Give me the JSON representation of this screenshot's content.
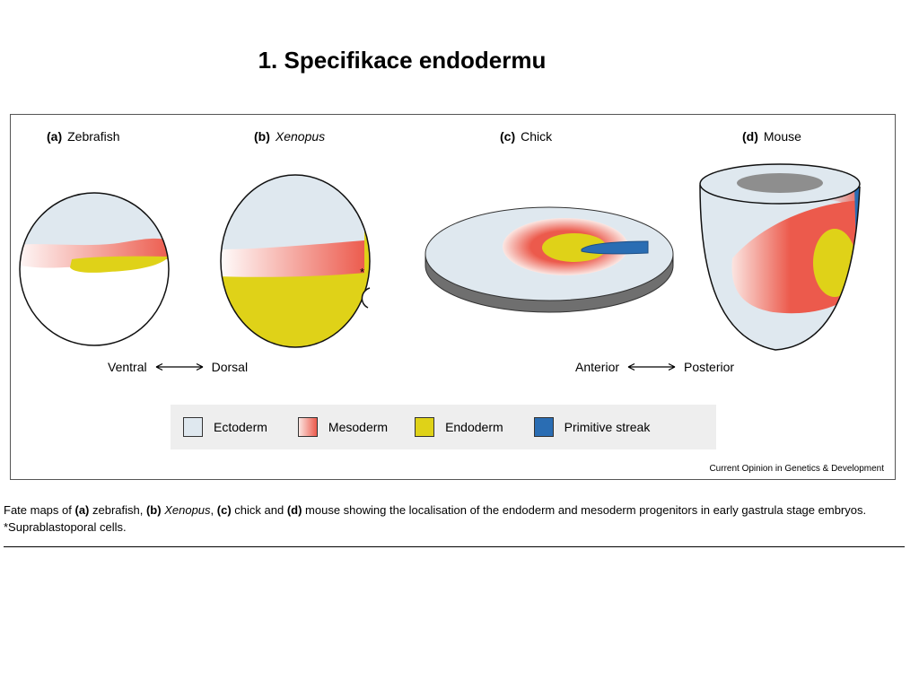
{
  "title": "1. Specifikace endodermu",
  "panels": [
    {
      "letter": "(a)",
      "name": "Zebrafish"
    },
    {
      "letter": "(b)",
      "name": "Xenopus"
    },
    {
      "letter": "(c)",
      "name": "Chick"
    },
    {
      "letter": "(d)",
      "name": "Mouse"
    }
  ],
  "axes": {
    "left": {
      "start": "Ventral",
      "end": "Dorsal"
    },
    "right": {
      "start": "Anterior",
      "end": "Posterior"
    }
  },
  "asterisk": "*",
  "legend": [
    {
      "label": "Ectoderm",
      "color": "#dfe8ef"
    },
    {
      "label": "Mesoderm",
      "color": "#ec5a4c"
    },
    {
      "label": "Endoderm",
      "color": "#dfd218"
    },
    {
      "label": "Primitive streak",
      "color": "#2a6db3"
    }
  ],
  "credit": "Current Opinion in Genetics & Development",
  "caption": {
    "t1": "Fate maps of ",
    "a": "(a)",
    "t2": " zebrafish, ",
    "b": "(b)",
    "xenopus": "Xenopus",
    "t3": ", ",
    "c": "(c)",
    "t4": " chick and ",
    "d": "(d)",
    "t5": " mouse showing the localisation of the endoderm and mesoderm progenitors in early gastrula stage embryos. *Suprablastoporal cells."
  },
  "colors": {
    "ectoderm": "#dfe8ef",
    "mesoderm": "#ec5a4c",
    "endoderm": "#dfd218",
    "streak": "#2a6db3",
    "cavity": "#8e8e8e"
  }
}
